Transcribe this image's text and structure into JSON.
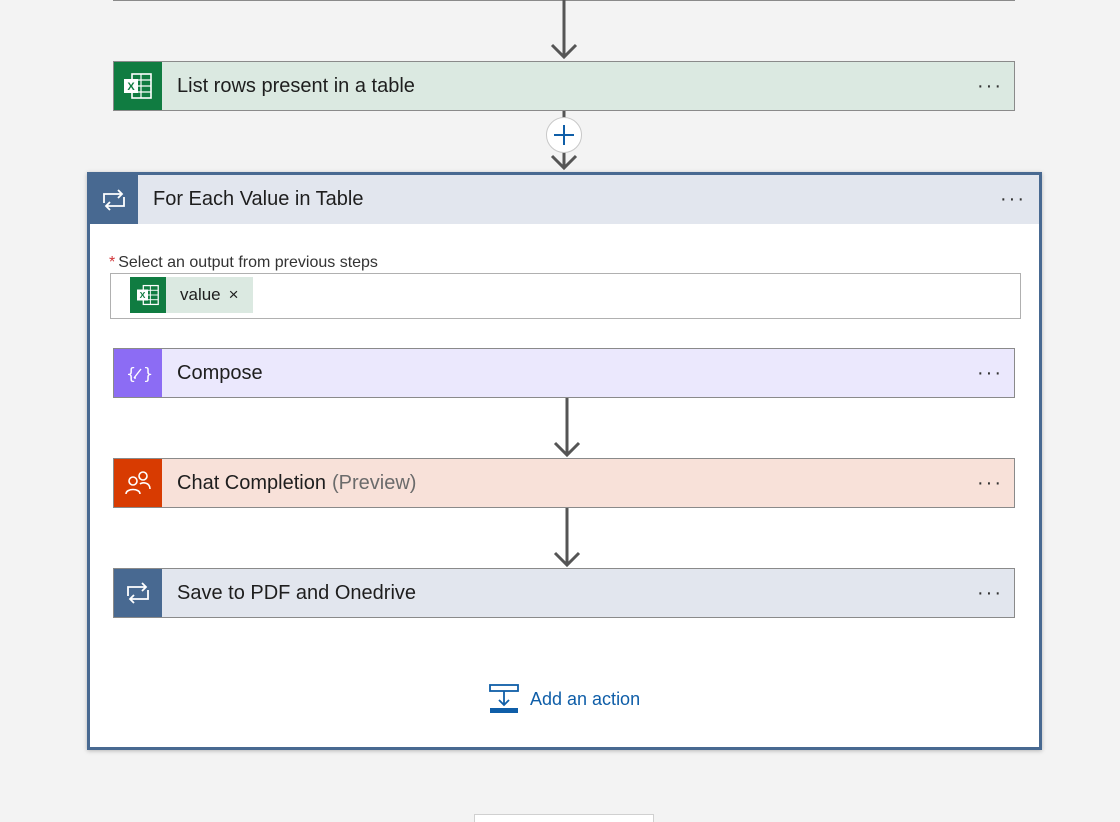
{
  "steps": {
    "list_rows": {
      "title": "List rows present in a table",
      "icon": "excel-icon",
      "more": "···"
    },
    "for_each": {
      "title": "For Each Value in Table",
      "icon": "loop-icon",
      "more": "···",
      "field": {
        "required_marker": "*",
        "label": "Select an output from previous steps",
        "token": {
          "icon": "excel-icon",
          "label": "value",
          "remove": "×"
        }
      },
      "actions": [
        {
          "title": "Compose",
          "suffix": "",
          "icon": "compose-icon",
          "more": "···"
        },
        {
          "title": "Chat Completion",
          "suffix": "(Preview)",
          "icon": "chat-icon",
          "more": "···"
        },
        {
          "title": "Save to PDF and Onedrive",
          "suffix": "",
          "icon": "loop-icon",
          "more": "···"
        }
      ],
      "add_action": {
        "label": "Add an action",
        "icon": "add-action-icon"
      }
    }
  },
  "colors": {
    "excel": "#107c41",
    "compose": "#8c6cf4",
    "chat": "#d83b01",
    "loop": "#486991",
    "link": "#0f5ea8"
  }
}
